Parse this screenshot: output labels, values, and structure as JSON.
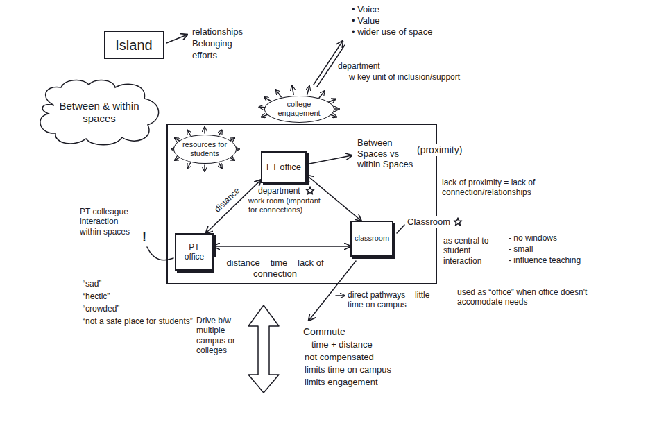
{
  "diagram": {
    "nodes": [
      {
        "text": [
          "Island"
        ]
      },
      {
        "text": [
          "Between & within spaces"
        ]
      },
      {
        "text": [
          "college engagement"
        ]
      },
      {
        "text": [
          "Between Spaces vs within Spaces",
          "department",
          "work room (important for connections)"
        ]
      },
      {
        "text": [
          "resources for students"
        ],
        "in": 3
      },
      {
        "text": [
          "FT office"
        ],
        "in": 3
      },
      {
        "text": [
          "PT office"
        ],
        "in": 3
      },
      {
        "text": [
          "classroom"
        ],
        "in": 3
      }
    ],
    "edges": [
      {
        "from": 5,
        "to": 6,
        "arrow": "both",
        "label": "distance"
      },
      {
        "from": 6,
        "to": 7,
        "arrow": "both",
        "label": "distance = time = lack of connection"
      },
      {
        "from": 5,
        "to": 7,
        "arrow": "both"
      }
    ],
    "labels": [
      "relationships",
      "Belonging",
      "efforts",
      "• Voice",
      "• Value",
      "• wider use of space",
      "department",
      "w key unit of inclusion/support",
      "(proximity)",
      "lack of proximity = lack of connection/relationships",
      "Classroom",
      "as central to student interaction",
      "- no windows",
      "- small",
      "- influence teaching",
      "used as “office” when office doesn't accomodate needs",
      "direct pathways = little time on campus",
      "Commute",
      "time + distance",
      "not compensated",
      "limits time on campus",
      "limits engagement",
      "Drive b/w multiple campus or colleges",
      "PT colleague interaction within spaces",
      "“sad”",
      "“hectic”",
      "“crowded”",
      "“not a safe place for students”",
      "!"
    ]
  }
}
